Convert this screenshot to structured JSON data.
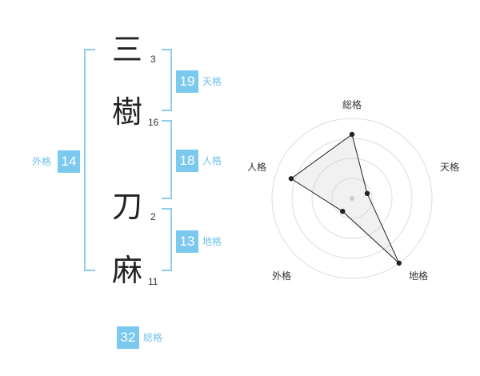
{
  "name": {
    "chars": [
      {
        "char": "三",
        "strokes": "3"
      },
      {
        "char": "樹",
        "strokes": "16"
      },
      {
        "char": "刀",
        "strokes": "2"
      },
      {
        "char": "麻",
        "strokes": "11"
      }
    ]
  },
  "fortune": {
    "ten": {
      "value": "19",
      "label": "天格"
    },
    "jin": {
      "value": "18",
      "label": "人格"
    },
    "chi": {
      "value": "13",
      "label": "地格"
    },
    "gai": {
      "value": "14",
      "label": "外格"
    },
    "sou": {
      "value": "32",
      "label": "総格"
    }
  },
  "chart_data": {
    "type": "radar",
    "axes": [
      "総格",
      "天格",
      "地格",
      "外格",
      "人格"
    ],
    "values": [
      4,
      1,
      5,
      1,
      4
    ],
    "range": [
      0,
      5
    ],
    "rings": 4
  },
  "colors": {
    "accent": "#7cc9f0",
    "bracket": "#8ccdf0",
    "label": "#6ec0ea"
  }
}
